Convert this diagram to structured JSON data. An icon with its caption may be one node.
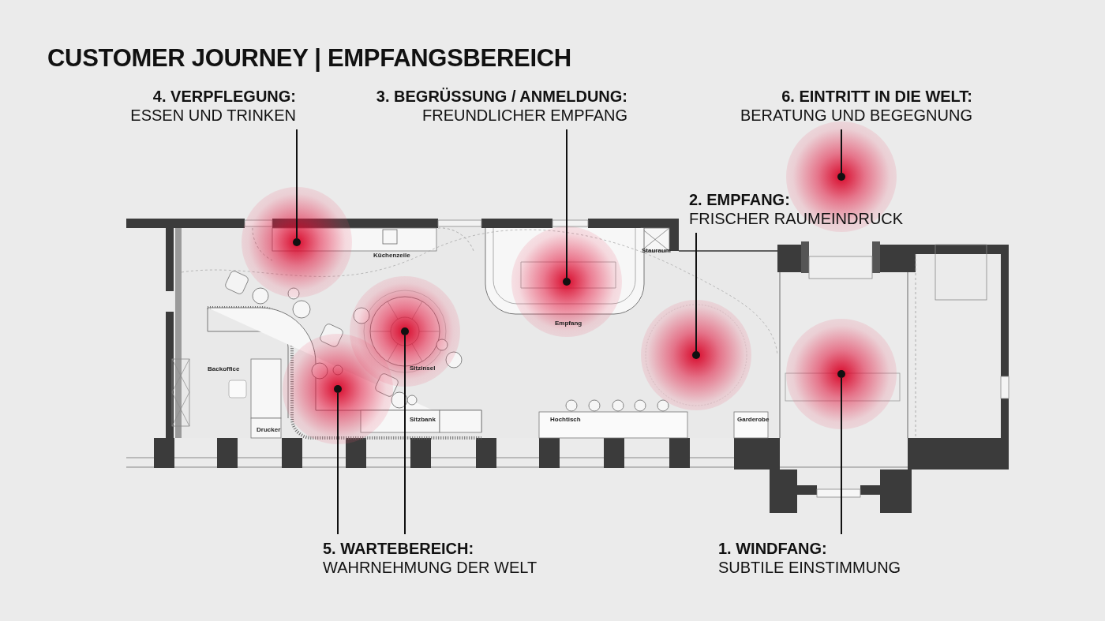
{
  "diagram": {
    "title": "CUSTOMER JOURNEY | EMPFANGSBEREICH",
    "nodes": [
      {
        "text": [
          "4. VERPFLEGUNG:",
          "ESSEN UND TRINKEN"
        ]
      },
      {
        "text": [
          "3. BEGRÜSSUNG / ANMELDUNG:",
          "FREUNDLICHER EMPFANG"
        ]
      },
      {
        "text": [
          "6. EINTRITT IN DIE WELT:",
          "BERATUNG UND BEGEGNUNG"
        ]
      },
      {
        "text": [
          "2. EMPFANG:",
          "FRISCHER RAUMEINDRUCK"
        ]
      },
      {
        "text": [
          "5. WARTEBEREICH:",
          "WAHRNEHMUNG DER WELT"
        ]
      },
      {
        "text": [
          "1. WINDFANG:",
          "SUBTILE EINSTIMMUNG"
        ]
      },
      {
        "text": [],
        "shape": "circle"
      },
      {
        "text": [],
        "shape": "circle"
      },
      {
        "text": [],
        "shape": "circle"
      },
      {
        "text": [],
        "shape": "circle"
      },
      {
        "text": [],
        "shape": "circle"
      },
      {
        "text": [],
        "shape": "circle"
      },
      {
        "text": [],
        "shape": "circle"
      }
    ],
    "edges": [
      {
        "from": 0,
        "to": 6,
        "arrow": "none"
      },
      {
        "from": 1,
        "to": 9,
        "arrow": "none"
      },
      {
        "from": 2,
        "to": 11,
        "arrow": "none"
      },
      {
        "from": 3,
        "to": 10,
        "arrow": "none"
      },
      {
        "from": 4,
        "to": 7,
        "arrow": "none"
      },
      {
        "from": 4,
        "to": 8,
        "arrow": "none"
      },
      {
        "from": 5,
        "to": 12,
        "arrow": "none"
      }
    ],
    "labels": [
      "Küchenzeile",
      "Stauraum",
      "Empfang",
      "Backoffice",
      "Sitzinsel",
      "Sitzbank",
      "Hochtisch",
      "Garderobe",
      "Drucker"
    ]
  }
}
